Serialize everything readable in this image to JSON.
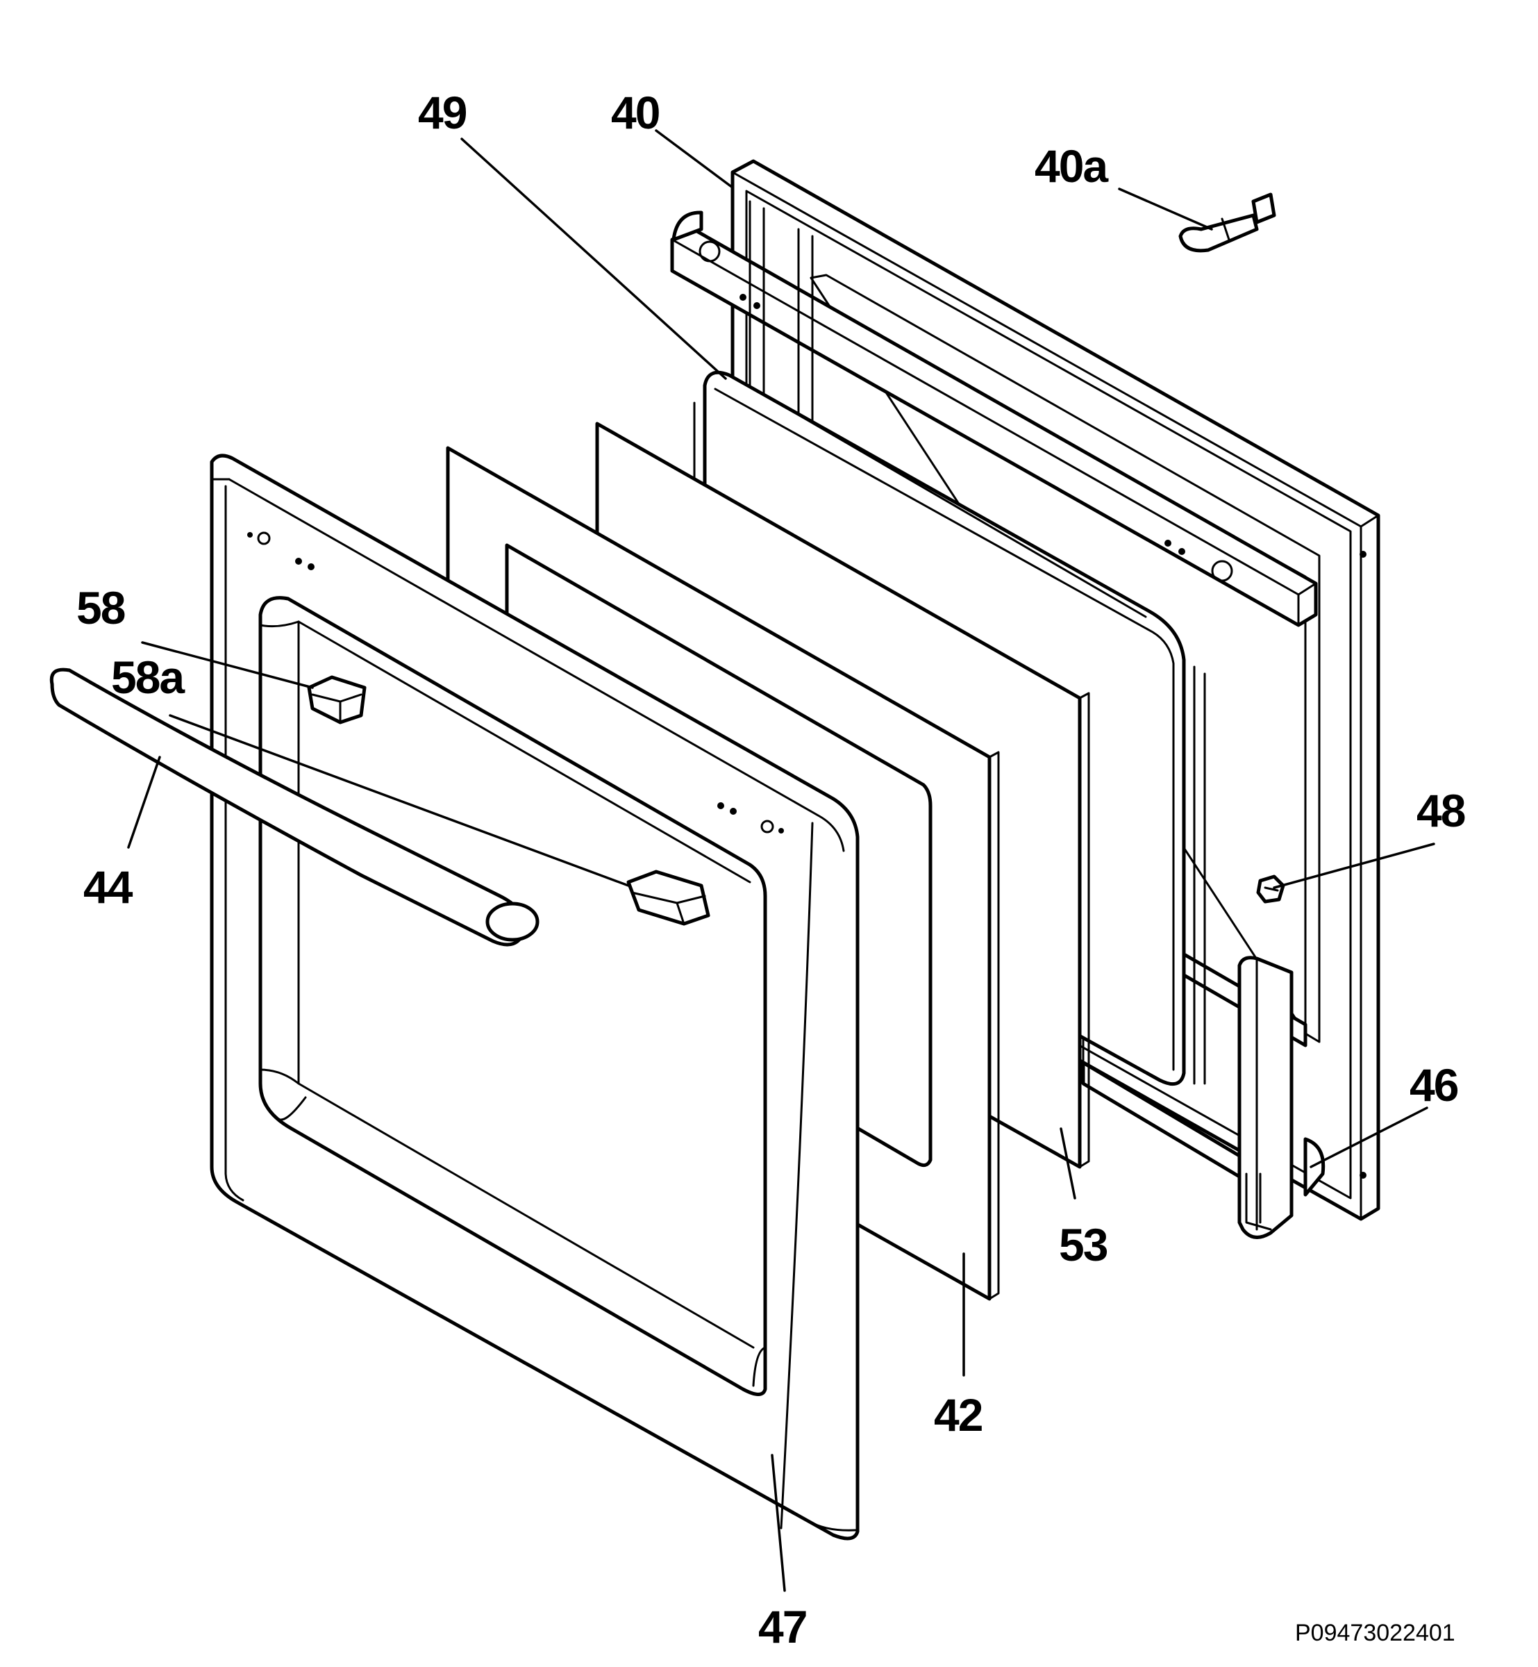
{
  "reference_code": "P09473022401",
  "callouts": [
    {
      "id": "c40",
      "label": "40"
    },
    {
      "id": "c40a",
      "label": "40a"
    },
    {
      "id": "c49",
      "label": "49"
    },
    {
      "id": "c58",
      "label": "58"
    },
    {
      "id": "c58a",
      "label": "58a"
    },
    {
      "id": "c44",
      "label": "44"
    },
    {
      "id": "c48",
      "label": "48"
    },
    {
      "id": "c46",
      "label": "46"
    },
    {
      "id": "c53",
      "label": "53"
    },
    {
      "id": "c42",
      "label": "42"
    },
    {
      "id": "c47",
      "label": "47"
    }
  ]
}
